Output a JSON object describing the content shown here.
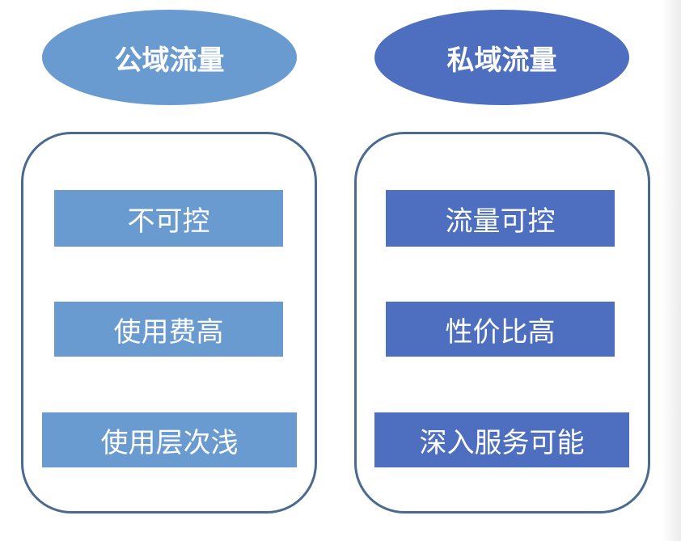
{
  "public": {
    "title": "公域流量",
    "items": [
      "不可控",
      "使用费高",
      "使用层次浅"
    ],
    "color": "#6a9bd0"
  },
  "private": {
    "title": "私域流量",
    "items": [
      "流量可控",
      "性价比高",
      "深入服务可能"
    ],
    "color": "#4e6fbf"
  }
}
